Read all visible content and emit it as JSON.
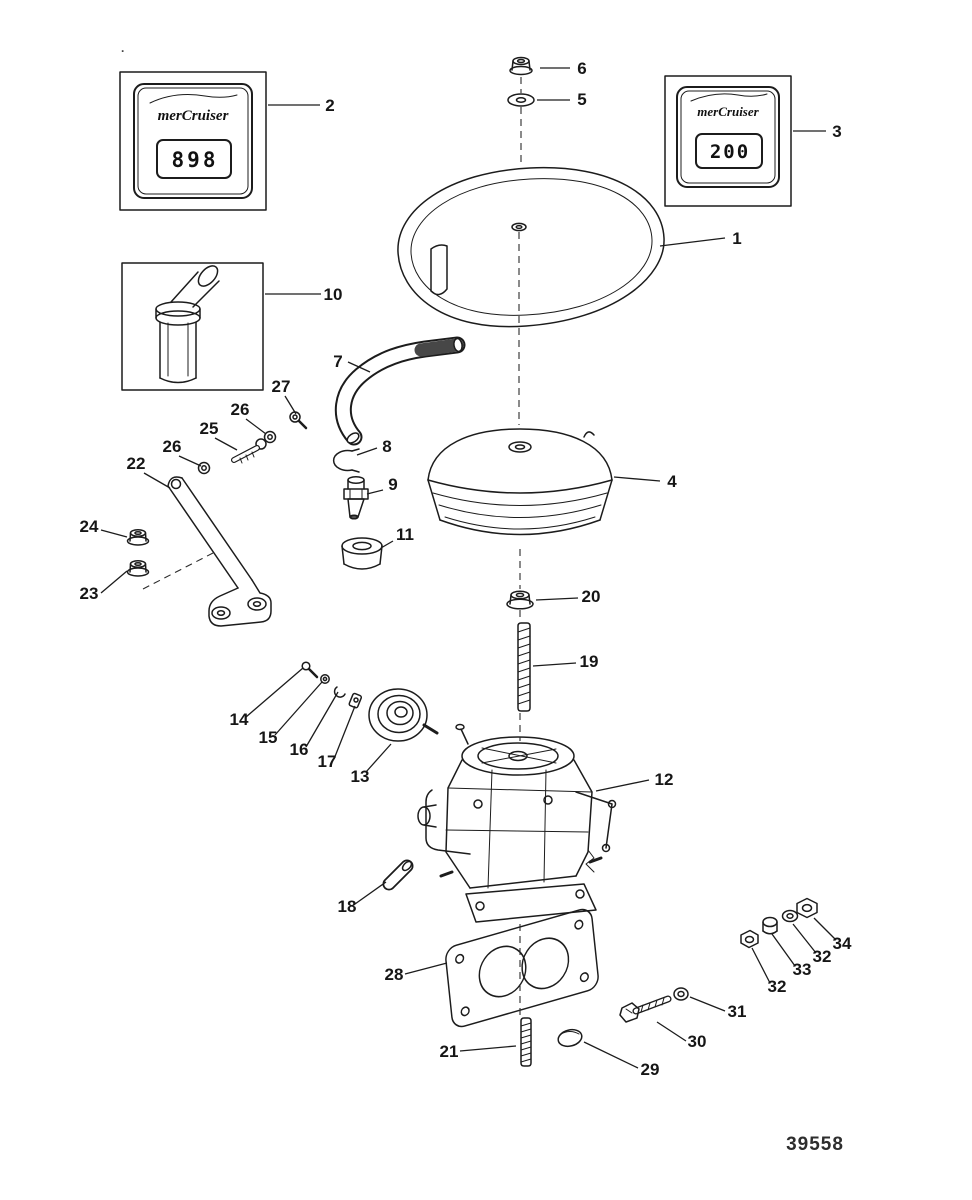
{
  "palette": {
    "paper": "#ffffff",
    "ink": "#1c1c1c",
    "hose_shade": "#474747"
  },
  "diagram": {
    "drawing_number": "39558",
    "corner_mark": ".",
    "decals": {
      "left": {
        "brand": "merCruiser",
        "model": "898"
      },
      "right": {
        "brand": "merCruiser",
        "model": "200"
      }
    },
    "callouts": [
      {
        "text": "6",
        "part": "nut"
      },
      {
        "text": "5",
        "part": "washer"
      },
      {
        "text": "2",
        "part": "decal-898"
      },
      {
        "text": "3",
        "part": "decal-200"
      },
      {
        "text": "1",
        "part": "cover"
      },
      {
        "text": "10",
        "part": "elbow-fitting"
      },
      {
        "text": "7",
        "part": "hose"
      },
      {
        "text": "27",
        "part": "nut"
      },
      {
        "text": "26",
        "part": "washer"
      },
      {
        "text": "25",
        "part": "screw"
      },
      {
        "text": "26",
        "part": "washer"
      },
      {
        "text": "22",
        "part": "bracket"
      },
      {
        "text": "8",
        "part": "clamp"
      },
      {
        "text": "9",
        "part": "fitting"
      },
      {
        "text": "4",
        "part": "flame-arrestor"
      },
      {
        "text": "11",
        "part": "grommet"
      },
      {
        "text": "24",
        "part": "locknut"
      },
      {
        "text": "23",
        "part": "nut"
      },
      {
        "text": "20",
        "part": "nut"
      },
      {
        "text": "19",
        "part": "stud"
      },
      {
        "text": "14",
        "part": "screw"
      },
      {
        "text": "15",
        "part": "washer"
      },
      {
        "text": "16",
        "part": "clip"
      },
      {
        "text": "17",
        "part": "bracket-clip"
      },
      {
        "text": "13",
        "part": "choke-cover"
      },
      {
        "text": "12",
        "part": "carburetor"
      },
      {
        "text": "18",
        "part": "sleeve"
      },
      {
        "text": "28",
        "part": "gasket"
      },
      {
        "text": "32",
        "part": "washer"
      },
      {
        "text": "33",
        "part": "spacer"
      },
      {
        "text": "32",
        "part": "washer"
      },
      {
        "text": "34",
        "part": "nut"
      },
      {
        "text": "31",
        "part": "washer"
      },
      {
        "text": "30",
        "part": "screw"
      },
      {
        "text": "21",
        "part": "stud"
      },
      {
        "text": "29",
        "part": "plug"
      }
    ]
  }
}
